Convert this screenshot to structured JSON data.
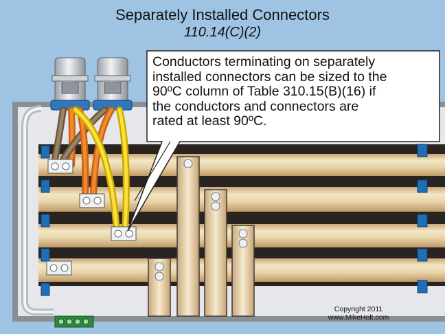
{
  "title": "Separately Installed Connectors",
  "subtitle": "110.14(C)(2)",
  "callout": {
    "lines": [
      "Conductors terminating on separately",
      "installed connectors can be sized to the",
      "90ºC column of Table 310.15(B)(16) if",
      "the conductors and connectors are",
      "rated at least 90ºC."
    ]
  },
  "copyright": {
    "line1": "Copyright 2011",
    "line2": "www.MikeHolt.com"
  },
  "colors": {
    "background": "#9fc3e3",
    "panel": "#e6e6ea",
    "busbar": "#e4d2a8",
    "conductor_orange": "#ee7a1e",
    "conductor_yellow": "#f6d514",
    "conductor_brown": "#8a7458",
    "insulator": "#1f6fb8"
  }
}
